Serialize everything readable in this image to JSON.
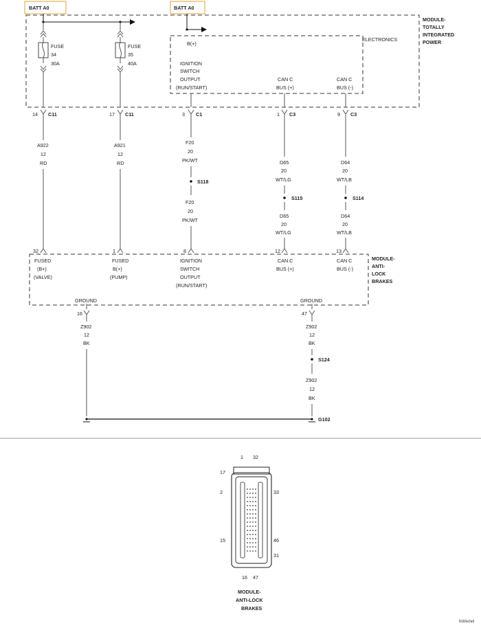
{
  "batt": [
    "BATT A0",
    "BATT A0"
  ],
  "tipm": {
    "title": [
      "MODULE-",
      "TOTALLY",
      "INTEGRATED",
      "POWER"
    ],
    "electronics": "ELECTRONICS",
    "bplus": "B(+)",
    "ign": [
      "IGNITION",
      "SWITCH",
      "OUTPUT",
      "(RUN/START)"
    ],
    "canh": [
      "CAN C",
      "BUS (+)"
    ],
    "canl": [
      "CAN C",
      "BUS (-)"
    ]
  },
  "fuses": [
    {
      "label": "FUSE",
      "num": "34",
      "amp": "30A"
    },
    {
      "label": "FUSE",
      "num": "35",
      "amp": "40A"
    }
  ],
  "top_connectors": [
    {
      "pin": "14",
      "conn": "C11"
    },
    {
      "pin": "17",
      "conn": "C11"
    },
    {
      "pin": "3",
      "conn": "C1"
    },
    {
      "pin": "1",
      "conn": "C3"
    },
    {
      "pin": "9",
      "conn": "C3"
    }
  ],
  "wires": [
    {
      "code": "A922",
      "gauge": "12",
      "color": "RD"
    },
    {
      "code": "A921",
      "gauge": "12",
      "color": "RD"
    },
    {
      "code": "F20",
      "gauge": "20",
      "color": "PK/WT",
      "splice": "S118",
      "code2": "F20",
      "gauge2": "20",
      "color2": "PK/WT"
    },
    {
      "code": "D65",
      "gauge": "20",
      "color": "WT/LG",
      "splice": "S115",
      "code2": "D65",
      "gauge2": "20",
      "color2": "WT/LG"
    },
    {
      "code": "D64",
      "gauge": "20",
      "color": "WT/LB",
      "splice": "S114",
      "code2": "D64",
      "gauge2": "20",
      "color2": "WT/LB"
    }
  ],
  "abs_pins": [
    "32",
    "1",
    "8",
    "12",
    "13"
  ],
  "abs": {
    "title": [
      "MODULE-",
      "ANTI-",
      "LOCK",
      "BRAKES"
    ],
    "fused_valve": [
      "FUSED",
      "(B+)",
      "(VALVE)"
    ],
    "fused_pump": [
      "FUSED",
      "B(+)",
      "(PUMP)"
    ],
    "ign": [
      "IGNITION",
      "SWITCH",
      "OUTPUT",
      "(RUN/START)"
    ],
    "canh": [
      "CAN C",
      "BUS (+)"
    ],
    "canl": [
      "CAN C",
      "BUS (-)"
    ],
    "ground": [
      "GROUND",
      "GROUND"
    ]
  },
  "grounds": [
    {
      "pin": "16",
      "code": "Z902",
      "gauge": "12",
      "color": "BK"
    },
    {
      "pin": "47",
      "code": "Z902",
      "gauge": "12",
      "color": "BK",
      "splice": "S124",
      "code2": "Z902",
      "gauge2": "12",
      "color2": "BK"
    }
  ],
  "ground_point": "G102",
  "connector_view": {
    "pins": [
      "1",
      "32",
      "17",
      "2",
      "33",
      "15",
      "46",
      "31",
      "16",
      "47"
    ],
    "title": [
      "MODULE-",
      "ANTI-LOCK",
      "BRAKES"
    ]
  },
  "figure_id": "8166e2a6",
  "colors": {
    "batt_border": "#e8b04a",
    "line": "#555555"
  }
}
